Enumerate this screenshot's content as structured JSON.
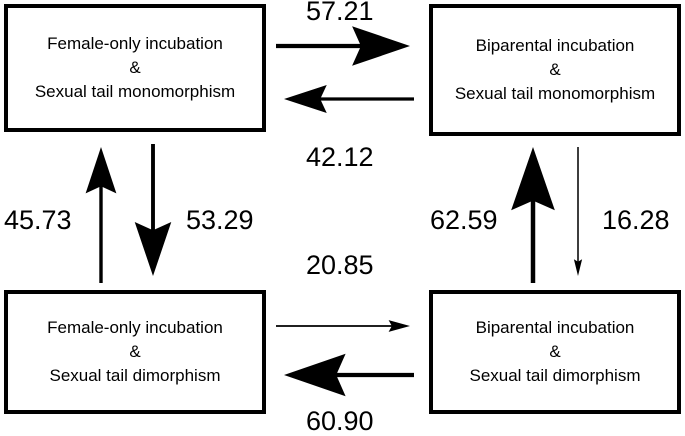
{
  "states": [
    {
      "id": "fo_mono",
      "line1": "Female-only incubation",
      "line2": "&",
      "line3": "Sexual tail monomorphism"
    },
    {
      "id": "bi_mono",
      "line1": "Biparental incubation",
      "line2": "&",
      "line3": "Sexual tail monomorphism"
    },
    {
      "id": "fo_di",
      "line1": "Female-only incubation",
      "line2": "&",
      "line3": "Sexual tail dimorphism"
    },
    {
      "id": "bi_di",
      "line1": "Biparental incubation",
      "line2": "&",
      "line3": "Sexual tail dimorphism"
    }
  ],
  "transitions": [
    {
      "from": "fo_mono",
      "to": "bi_mono",
      "rate": "57.21",
      "value": 57.21
    },
    {
      "from": "bi_mono",
      "to": "fo_mono",
      "rate": "42.12",
      "value": 42.12
    },
    {
      "from": "fo_di",
      "to": "fo_mono",
      "rate": "45.73",
      "value": 45.73
    },
    {
      "from": "fo_mono",
      "to": "fo_di",
      "rate": "53.29",
      "value": 53.29
    },
    {
      "from": "bi_di",
      "to": "bi_mono",
      "rate": "62.59",
      "value": 62.59
    },
    {
      "from": "bi_mono",
      "to": "bi_di",
      "rate": "16.28",
      "value": 16.28
    },
    {
      "from": "fo_di",
      "to": "bi_di",
      "rate": "20.85",
      "value": 20.85
    },
    {
      "from": "bi_di",
      "to": "fo_di",
      "rate": "60.90",
      "value": 60.9
    }
  ]
}
